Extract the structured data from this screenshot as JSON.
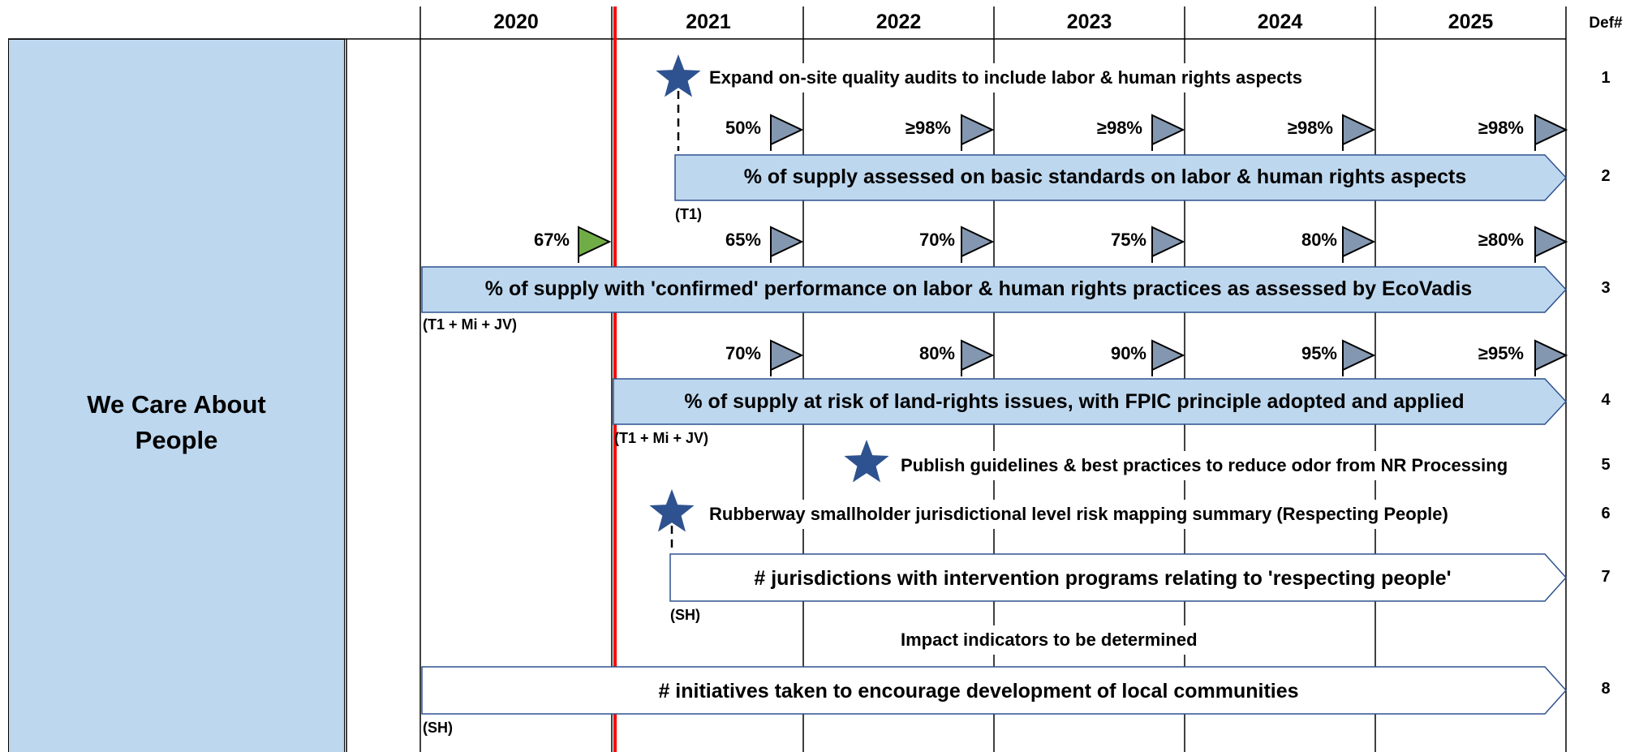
{
  "header": {
    "years": [
      "2020",
      "2021",
      "2022",
      "2023",
      "2024",
      "2025"
    ],
    "def_label": "Def#"
  },
  "side_panel": {
    "title_line1": "We Care About",
    "title_line2": "People"
  },
  "rows": [
    {
      "def": "1",
      "type": "milestone",
      "text": "Expand on-site quality audits to include labor & human rights aspects"
    },
    {
      "def": "2",
      "type": "bar",
      "text": "% of supply assessed on basic standards on labor & human rights aspects",
      "scope": "(T1)",
      "targets": [
        "50%",
        "≥98%",
        "≥98%",
        "≥98%",
        "≥98%"
      ]
    },
    {
      "def": "3",
      "type": "bar",
      "text": "% of supply with 'confirmed' performance on labor & human rights practices as assessed by EcoVadis",
      "scope": "(T1 + Mi + JV)",
      "baseline": "67%",
      "targets": [
        "65%",
        "70%",
        "75%",
        "80%",
        "≥80%"
      ]
    },
    {
      "def": "4",
      "type": "bar",
      "text": "% of supply at risk of land-rights issues, with FPIC principle adopted and applied",
      "scope": "(T1 + Mi + JV)",
      "targets": [
        "70%",
        "80%",
        "90%",
        "95%",
        "≥95%"
      ]
    },
    {
      "def": "5",
      "type": "milestone",
      "text": "Publish guidelines & best practices to reduce odor from NR Processing"
    },
    {
      "def": "6",
      "type": "milestone",
      "text": "Rubberway smallholder jurisdictional level risk mapping summary (Respecting People)"
    },
    {
      "def": "7",
      "type": "bar",
      "text": "# jurisdictions with intervention programs relating to 'respecting people'",
      "scope": "(SH)",
      "note": "Impact indicators to be determined"
    },
    {
      "def": "8",
      "type": "bar",
      "text": "# initiatives taken to encourage development of local communities",
      "scope": "(SH)"
    }
  ],
  "colors": {
    "panel_fill": "#bdd7ee",
    "bar_fill": "#bdd7ee",
    "bar_stroke": "#2e528f",
    "star": "#2e528f",
    "flag_target": "#8497b0",
    "flag_baseline": "#70ad47",
    "today_line": "#ff0000"
  }
}
